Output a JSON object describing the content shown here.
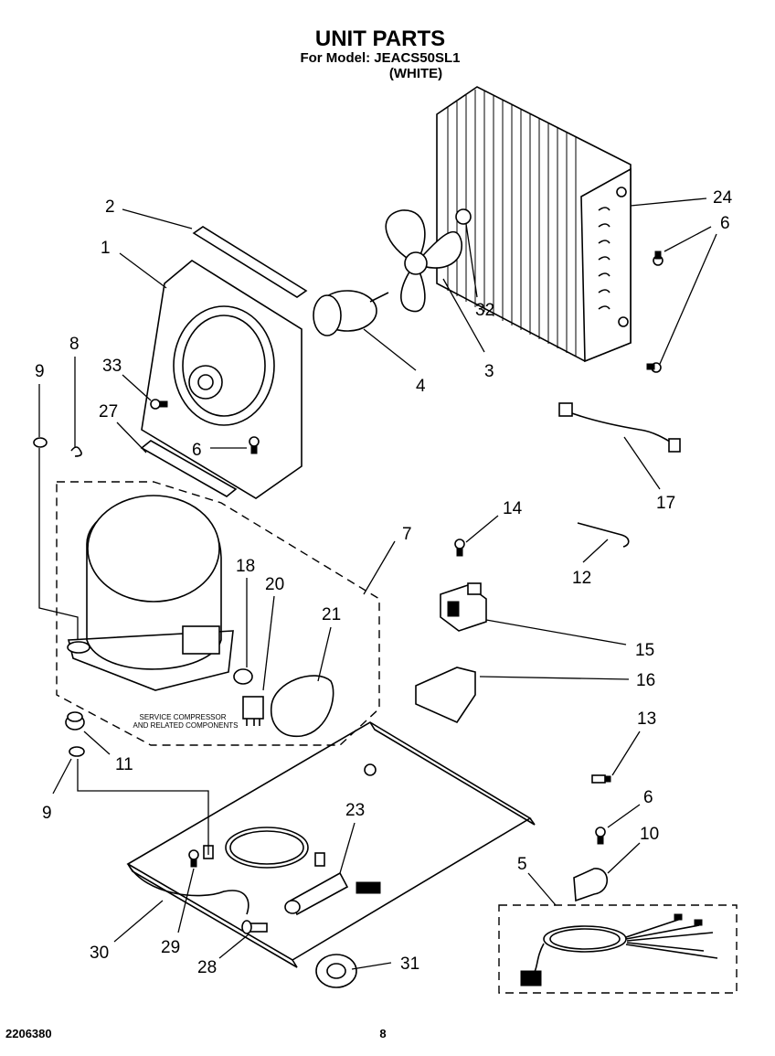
{
  "header": {
    "title": "UNIT PARTS",
    "model_line": "For Model: JEACS50SL1",
    "color_line": "(WHITE)"
  },
  "callouts": {
    "c2": "2",
    "c1": "1",
    "c24": "24",
    "c6a": "6",
    "c32": "32",
    "c3": "3",
    "c4": "4",
    "c8": "8",
    "c9a": "9",
    "c33": "33",
    "c27": "27",
    "c6b": "6",
    "c17": "17",
    "c7": "7",
    "c14": "14",
    "c18": "18",
    "c20": "20",
    "c21": "21",
    "c12": "12",
    "c15": "15",
    "c16": "16",
    "c11": "11",
    "c13": "13",
    "c9b": "9",
    "c6c": "6",
    "c23": "23",
    "c10": "10",
    "c5": "5",
    "c30": "30",
    "c29": "29",
    "c28": "28",
    "c31": "31"
  },
  "compressor_note": {
    "line1": "SERVICE COMPRESSOR",
    "line2": "AND RELATED COMPONENTS"
  },
  "footer": {
    "doc_number": "2206380",
    "page_number": "8"
  }
}
